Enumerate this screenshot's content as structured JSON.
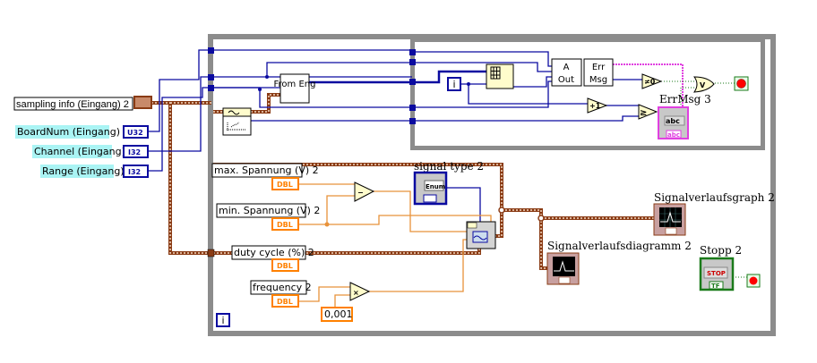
{
  "controls": {
    "sampling_info": {
      "label": "sampling info (Eingang) 2",
      "type": "cluster"
    },
    "boardnum": {
      "label": "BoardNum (Eingang)",
      "type": "U32"
    },
    "channel": {
      "label": "Channel (Eingang)",
      "type": "I32"
    },
    "range": {
      "label": "Range (Eingang)",
      "type": "I32"
    },
    "max_voltage": {
      "label": "max. Spannung (V) 2",
      "type": "DBL"
    },
    "min_voltage": {
      "label": "min. Spannung (V) 2",
      "type": "DBL"
    },
    "duty_cycle": {
      "label": "duty cycle (%) 2",
      "type": "DBL"
    },
    "frequency": {
      "label": "frequency 2",
      "type": "DBL"
    },
    "signal_type": {
      "label": "signal type 2",
      "type": "Enum"
    },
    "stop": {
      "label": "Stopp 2",
      "button_text": "STOP",
      "type": "TF"
    }
  },
  "constants": {
    "multiplier": "0,001"
  },
  "nodes": {
    "from_eng": "From Eng",
    "a_out": "A Out",
    "err_msg": "Err Msg",
    "not_zero": "≠0",
    "increment": "+1",
    "greater_equal": "≥",
    "or": "V",
    "subtract": "−",
    "multiply": "×",
    "iteration": "i"
  },
  "indicators": {
    "errmsg": {
      "label": "ErrMsg 3",
      "value": "abc",
      "type": "abc"
    },
    "graph": {
      "label": "Signalverlaufsgraph 2"
    },
    "chart": {
      "label": "Signalverlaufsdiagramm 2"
    }
  },
  "colors": {
    "numeric_int": "#0a0aa0",
    "numeric_dbl": "#ff8000",
    "cluster": "#8a3b14",
    "string": "#e040e0",
    "boolean": "#1a7a1a",
    "label_highlight": "#aaf4f4",
    "loop_frame": "#8c8c8c"
  }
}
